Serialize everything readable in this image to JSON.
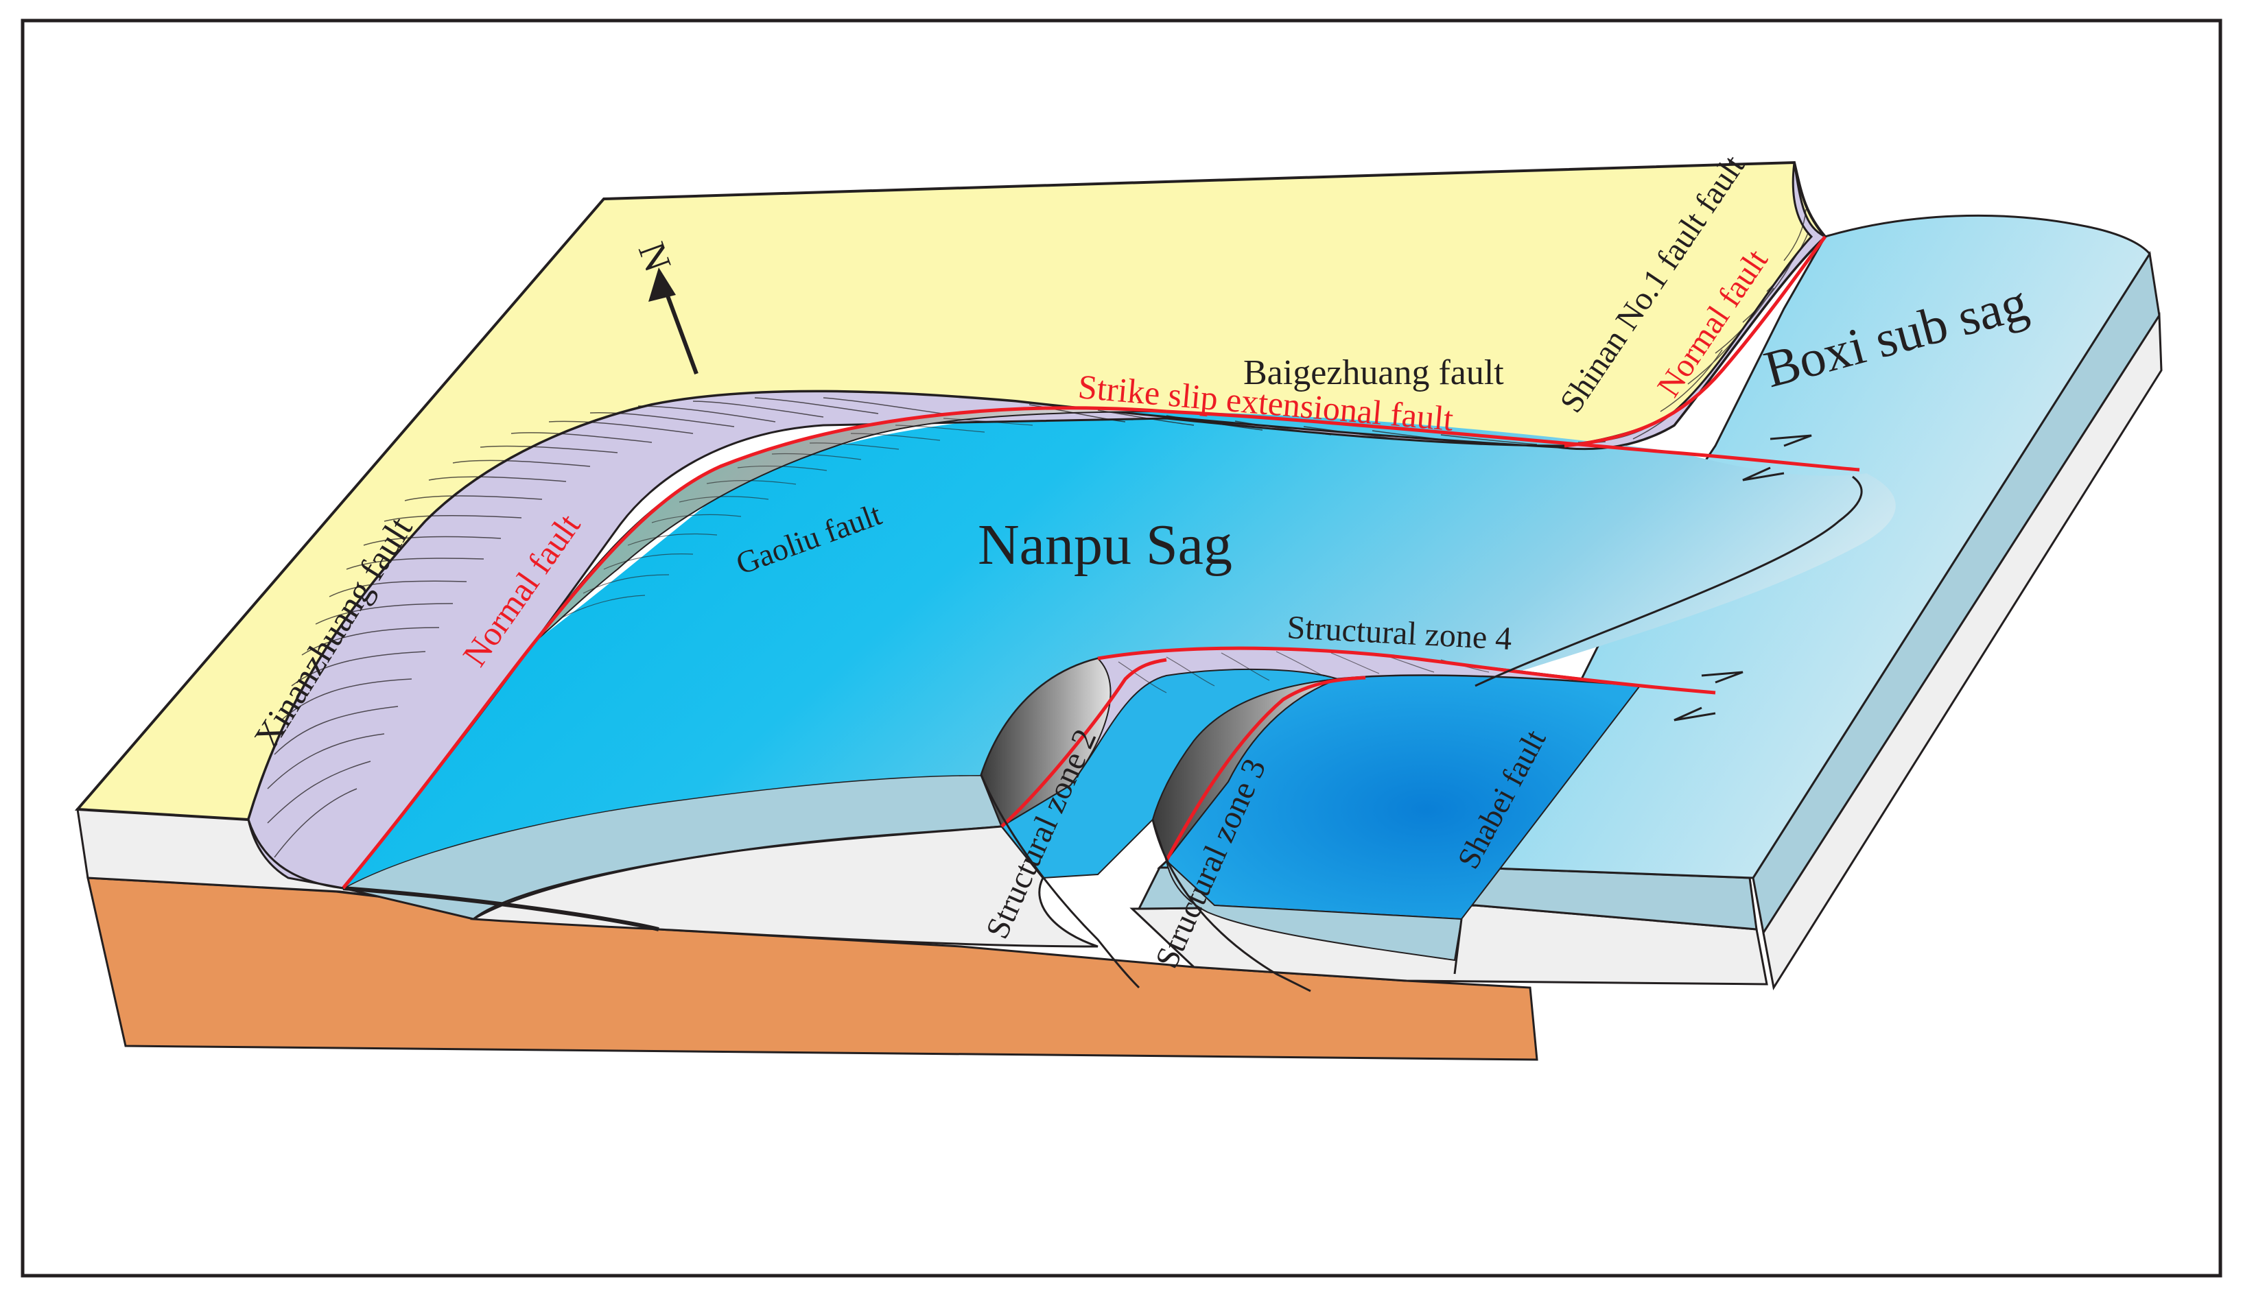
{
  "north_arrow": {
    "label": "N"
  },
  "labels": {
    "nanpu_sag": "Nanpu Sag",
    "boxi_sub_sag": "Boxi sub sag",
    "baigezhuang_fault": "Baigezhuang fault",
    "strike_slip_extensional_fault": "Strike slip extensional fault",
    "shinan_no1_fault": "Shinan No.1 fault fault",
    "normal_fault_east": "Normal fault",
    "normal_fault_west": "Normal fault",
    "xinanzhuang_fault": "Xinanzhuang fault",
    "gaoliu_fault": "Gaoliu fault",
    "structural_zone_4": "Structural zone 4",
    "structural_zone_2": "Structural zone 2",
    "structural_zone_3": "Structural zone 3",
    "shabei_fault": "Shabei fault"
  },
  "colors": {
    "uplift_surface": "#fcf8b0",
    "fault_scarp": "#cfc8e6",
    "sag_water": "#00b7ec",
    "sag_light": "#bfe3f0",
    "section_blue": "#a9cfdc",
    "section_white": "#efefef",
    "basement": "#e8955a",
    "fault_red": "#ed1c24",
    "outline": "#231f20"
  }
}
